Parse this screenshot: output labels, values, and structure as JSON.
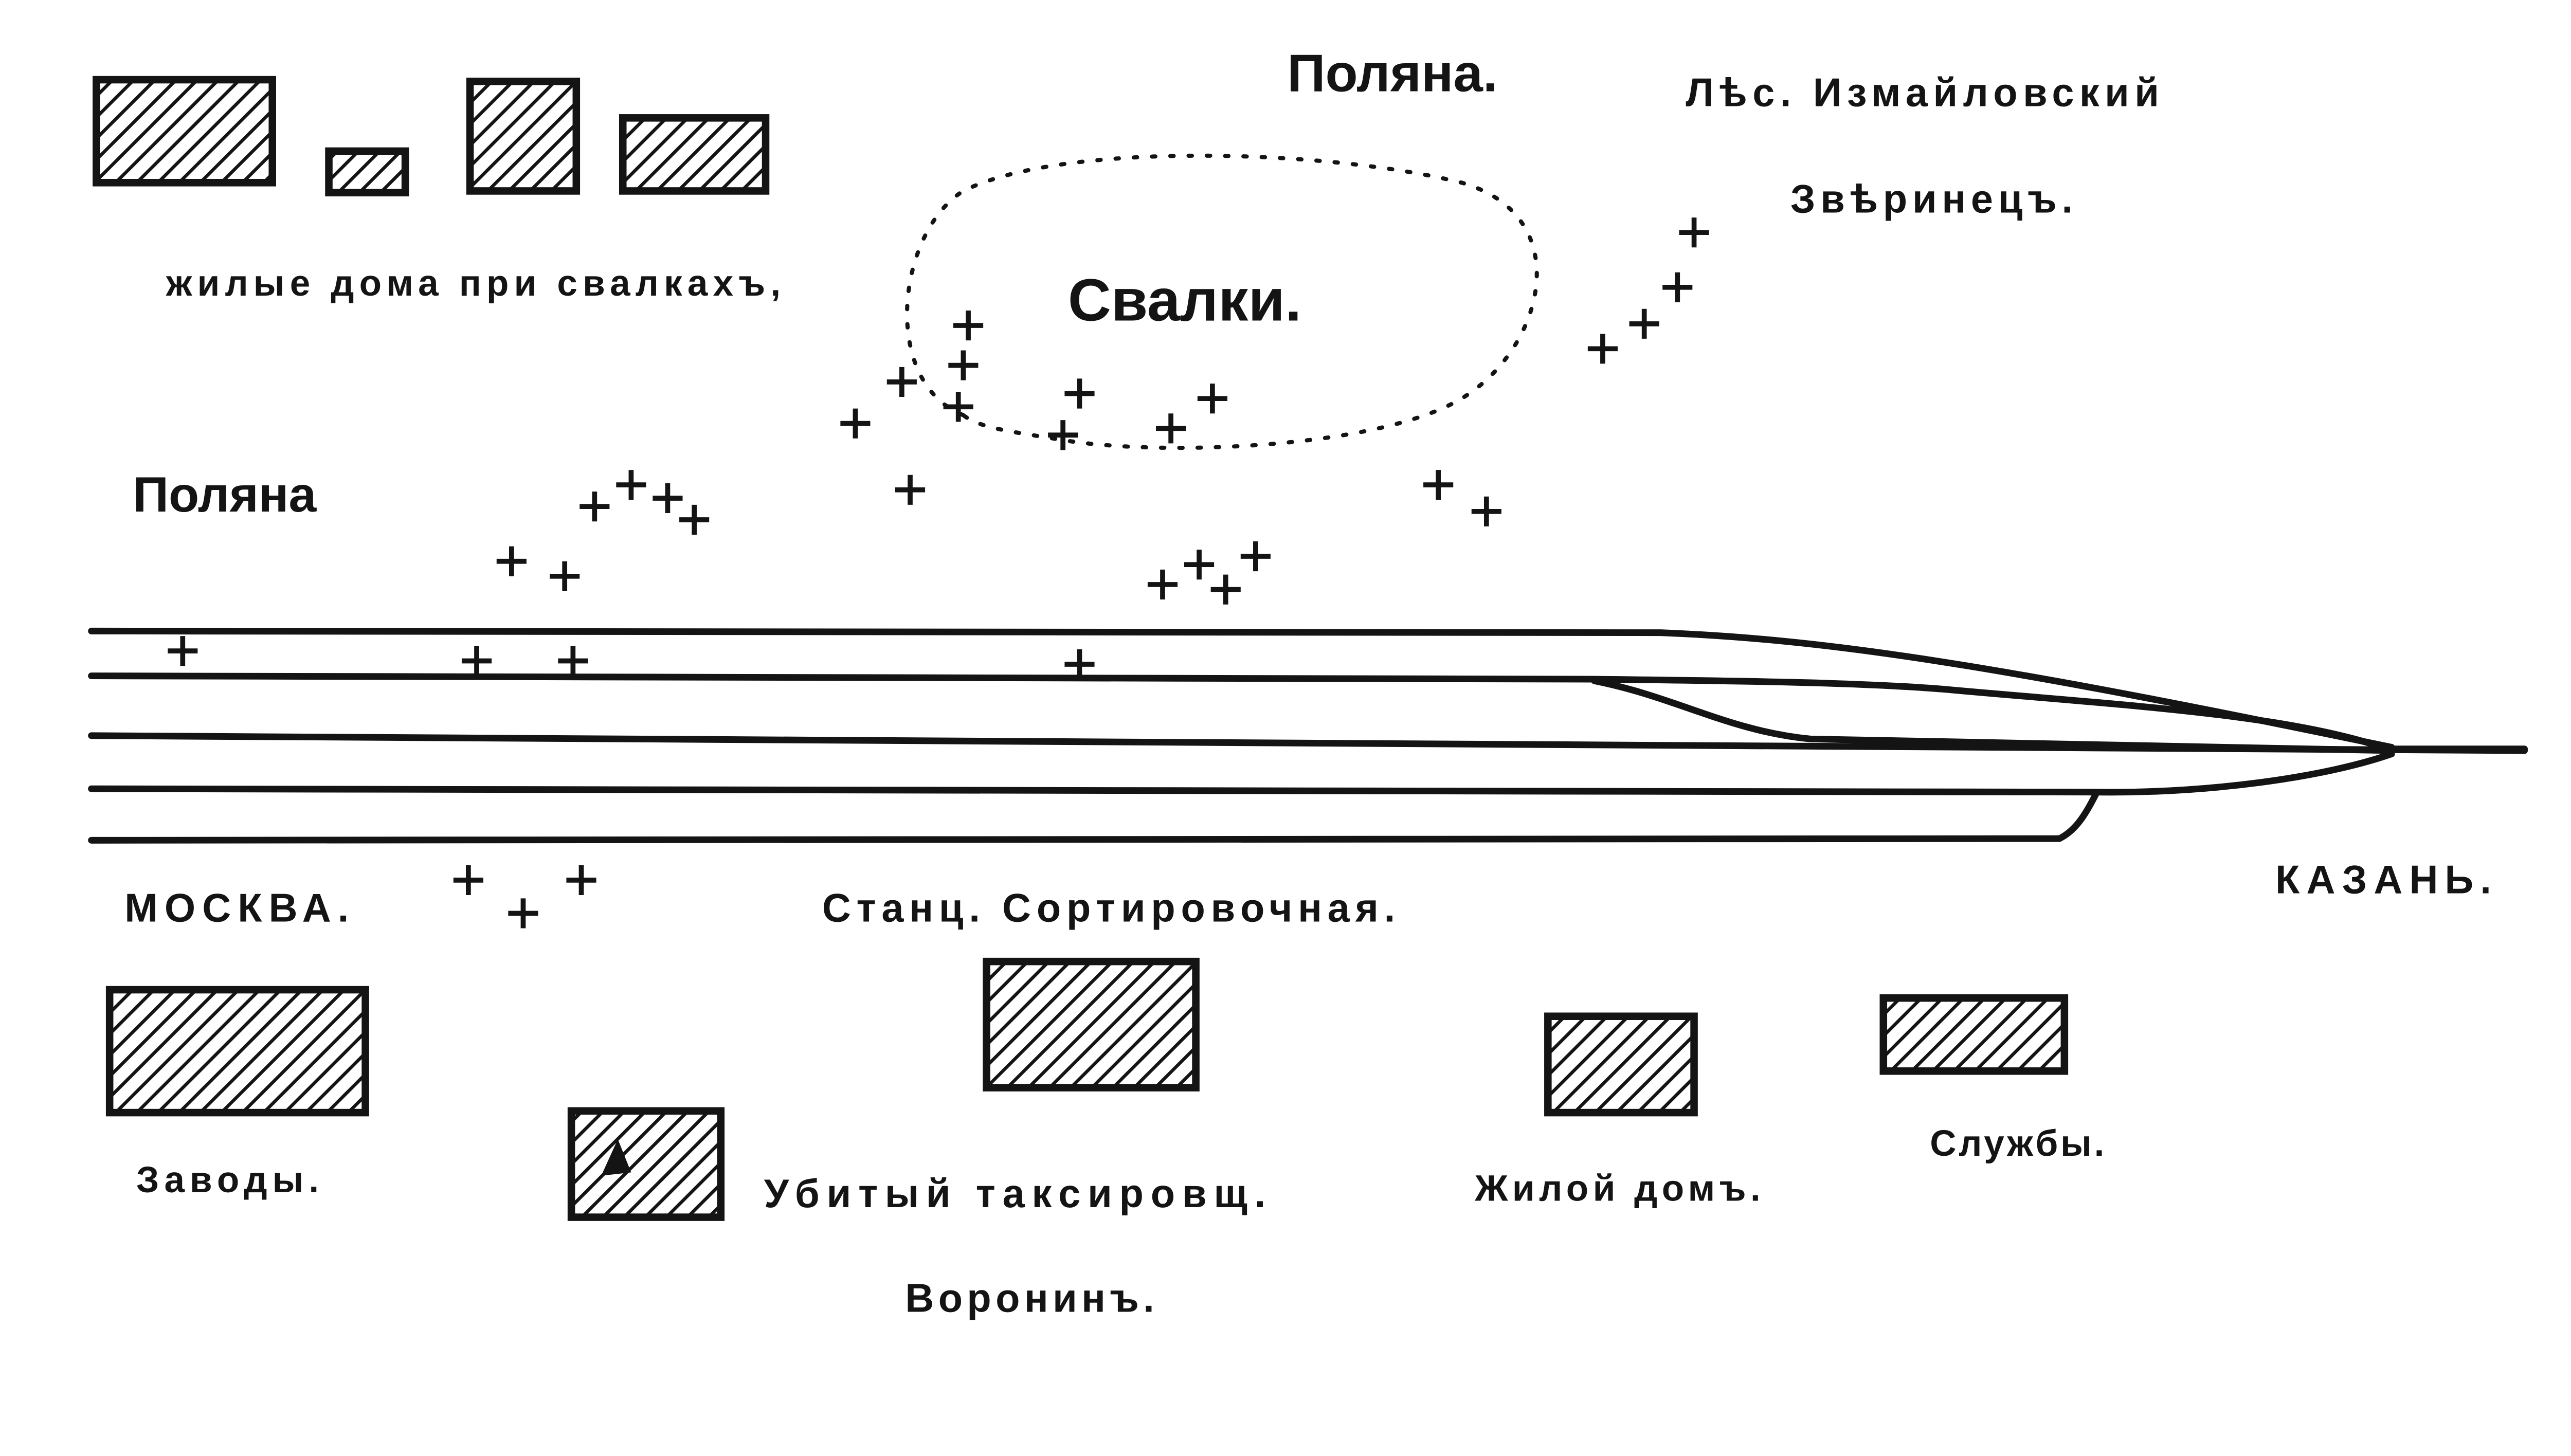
{
  "map": {
    "labels": {
      "polyana_top": "Поляна.",
      "forest": "Лѣс. Измайловский",
      "zverinets": "Звѣринецъ.",
      "dump_houses": "жилые дома при свалкахъ,",
      "dumps": "Свалки.",
      "polyana_left": "Поляна",
      "moscow": "МОСКВА.",
      "station": "Станц. Сортировочная.",
      "kazan": "КАЗАНЬ.",
      "factories": "Заводы.",
      "killed_taxman": "Убитый таксировщ.",
      "voronin": "Воронинъ.",
      "dwelling": "Жилой домъ.",
      "services": "Службы."
    },
    "colors": {
      "ink": "#141414",
      "paper": "#ffffff"
    }
  }
}
